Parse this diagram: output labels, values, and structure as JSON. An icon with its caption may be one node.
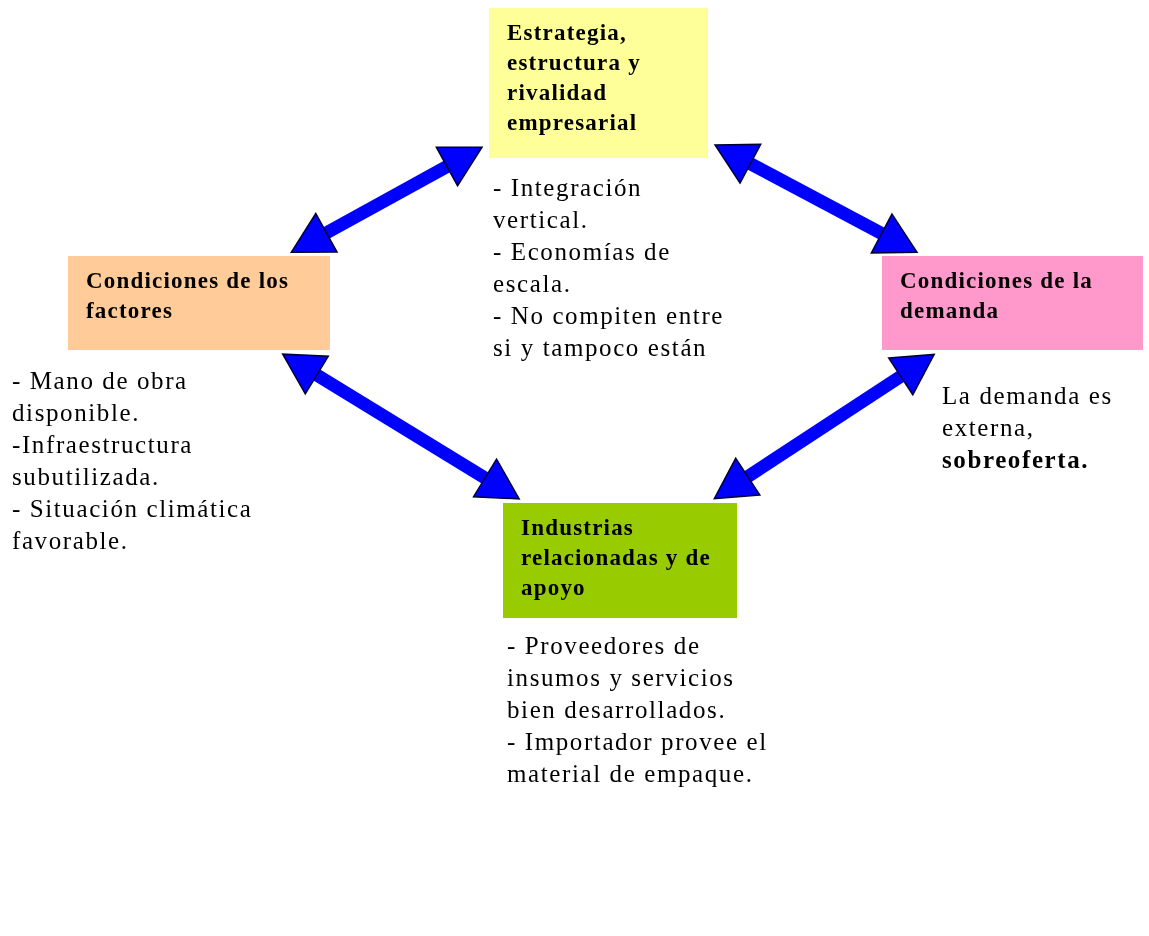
{
  "diagram": {
    "nodes": [
      {
        "text": [
          "Estrategia, estructura y rivalidad empresarial"
        ],
        "beside": [
          "- Integración vertical.",
          "- Economías de escala.",
          "- No compiten entre si y tampoco están"
        ]
      },
      {
        "text": [
          "Condiciones de los factores"
        ],
        "beside": [
          "- Mano de obra disponible.",
          "-Infraestructura subutilizada.",
          "- Situación climática favorable."
        ]
      },
      {
        "text": [
          "Condiciones de la demanda"
        ],
        "beside": [
          "La demanda es externa, **sobreoferta.**"
        ]
      },
      {
        "text": [
          "Industrias relacionadas y de apoyo"
        ],
        "beside": [
          "- Proveedores de insumos y servicios bien desarrollados.",
          "- Importador provee el material de empaque."
        ]
      }
    ],
    "edges": [
      {
        "from": 0,
        "to": 1,
        "arrow": "both"
      },
      {
        "from": 0,
        "to": 2,
        "arrow": "both"
      },
      {
        "from": 1,
        "to": 3,
        "arrow": "both"
      },
      {
        "from": 2,
        "to": 3,
        "arrow": "both"
      }
    ]
  }
}
